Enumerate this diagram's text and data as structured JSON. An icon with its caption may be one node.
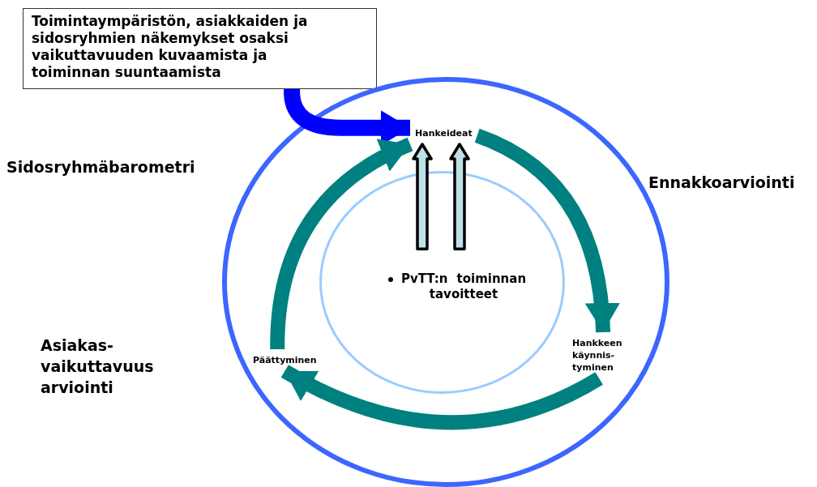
{
  "diagram": {
    "nodes": [
      {
        "text": [
          "Toimintaympäristön, asiakkaiden ja sidosryhmien näkemykset osaksi vaikuttavuuden kuvaamista ja toiminnan suuntaamista"
        ]
      },
      {
        "text": [],
        "shape": "circle"
      },
      {
        "text": [
          "Hankeideat"
        ],
        "in": 1
      },
      {
        "text": [
          "PvTT:n toiminnan tavoitteet"
        ],
        "in": 1
      },
      {
        "text": [
          "Hankkeen käynnis- tyminen"
        ],
        "in": 1
      },
      {
        "text": [
          "Päättyminen"
        ],
        "in": 1
      }
    ],
    "edges": [
      {
        "from": 0,
        "to": 2,
        "arrow": "to",
        "color": "#0000ff"
      },
      {
        "from": 3,
        "to": 2,
        "arrow": "to",
        "color": "#000000"
      },
      {
        "from": 3,
        "to": 2,
        "arrow": "to",
        "color": "#000000"
      },
      {
        "from": 2,
        "to": 4,
        "arrow": "to"
      },
      {
        "from": 4,
        "to": 5,
        "arrow": "to"
      },
      {
        "from": 5,
        "to": 2,
        "arrow": "to"
      }
    ],
    "labels": [
      "Sidosryhmäbarometri",
      "Ennakkoarviointi",
      "Asiakas- vaikuttavuus arviointi"
    ]
  }
}
